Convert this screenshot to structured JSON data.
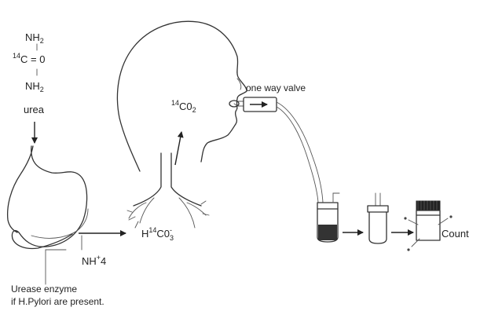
{
  "urea": {
    "nh2_top": {
      "base": "NH",
      "sub": "2"
    },
    "carbon": {
      "sup": "14",
      "base": "C = 0"
    },
    "nh2_bottom": {
      "base": "NH",
      "sub": "2"
    },
    "name": "urea"
  },
  "exhaled": {
    "sup": "14",
    "base": "C0",
    "sub": "2"
  },
  "valve_label": "one way valve",
  "bicarbonate": {
    "base1": "H",
    "sup": "14",
    "base2": "C0",
    "sub": "3",
    "charge": "-"
  },
  "ammonium": {
    "base": "NH",
    "sup": "+",
    "sub": "4"
  },
  "enzyme_note": {
    "line1": "Urease enzyme",
    "line2": "if H.Pylori are present."
  },
  "count_label": "Count"
}
